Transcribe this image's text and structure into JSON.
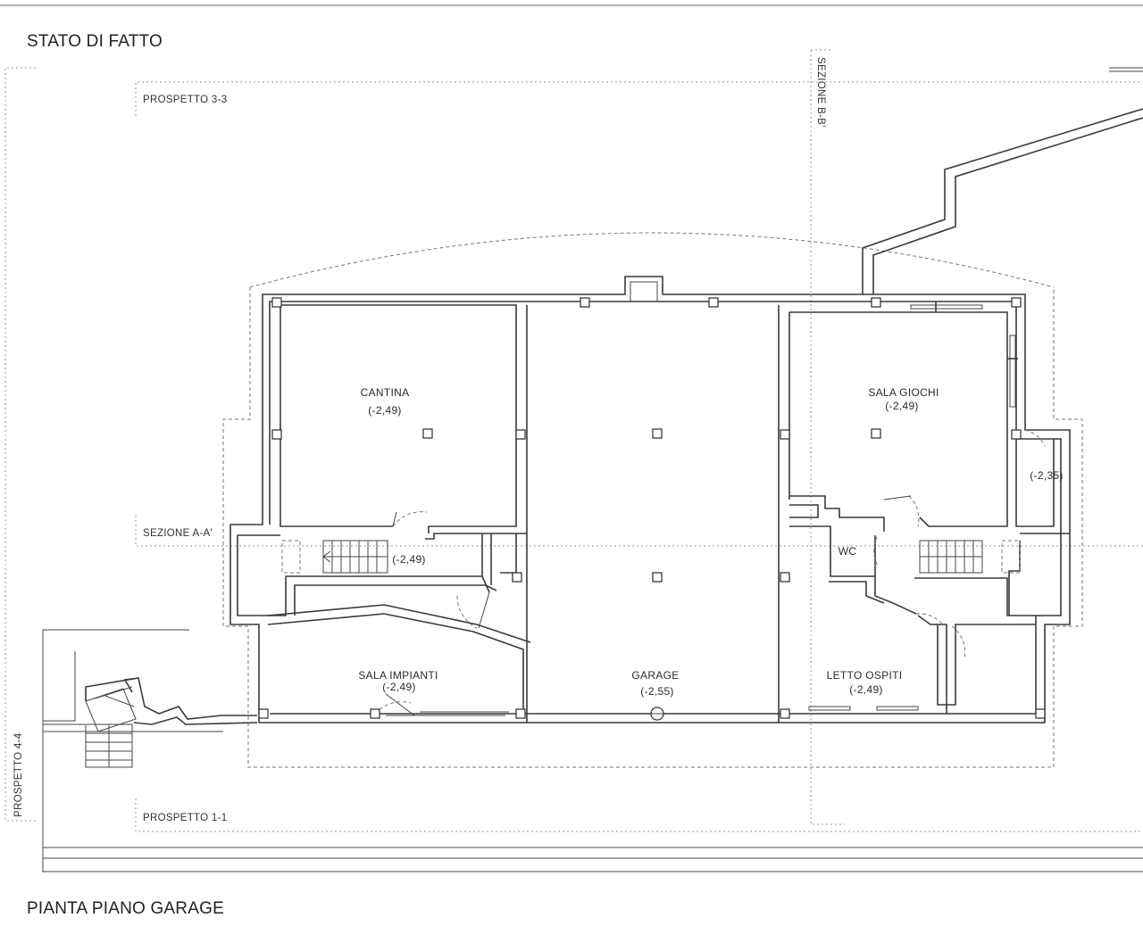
{
  "header": {
    "title": "STATO DI FATTO"
  },
  "footer": {
    "title": "PIANTA PIANO GARAGE"
  },
  "markers": {
    "prospetto_3_3": "PROSPETTO 3-3",
    "prospetto_1_1": "PROSPETTO 1-1",
    "prospetto_4_4": "PROSPETTO 4-4",
    "sezione_a_a": "SEZIONE A-A'",
    "sezione_b_b": "SEZIONE B-B'"
  },
  "rooms": {
    "cantina": {
      "name": "CANTINA",
      "level": "(-2,49)"
    },
    "garage": {
      "name": "GARAGE",
      "level": "(-2,55)"
    },
    "sala_giochi": {
      "name": "SALA GIOCHI",
      "level": "(-2,49)"
    },
    "sala_impianti": {
      "name": "SALA IMPIANTI",
      "level": "(-2,49)"
    },
    "letto_ospiti": {
      "name": "LETTO OSPITI",
      "level": "(-2,49)"
    },
    "wc": {
      "name": "WC"
    },
    "stair_left": {
      "level": "(-2,49)"
    },
    "side_room": {
      "level": "(-2,35)"
    }
  }
}
